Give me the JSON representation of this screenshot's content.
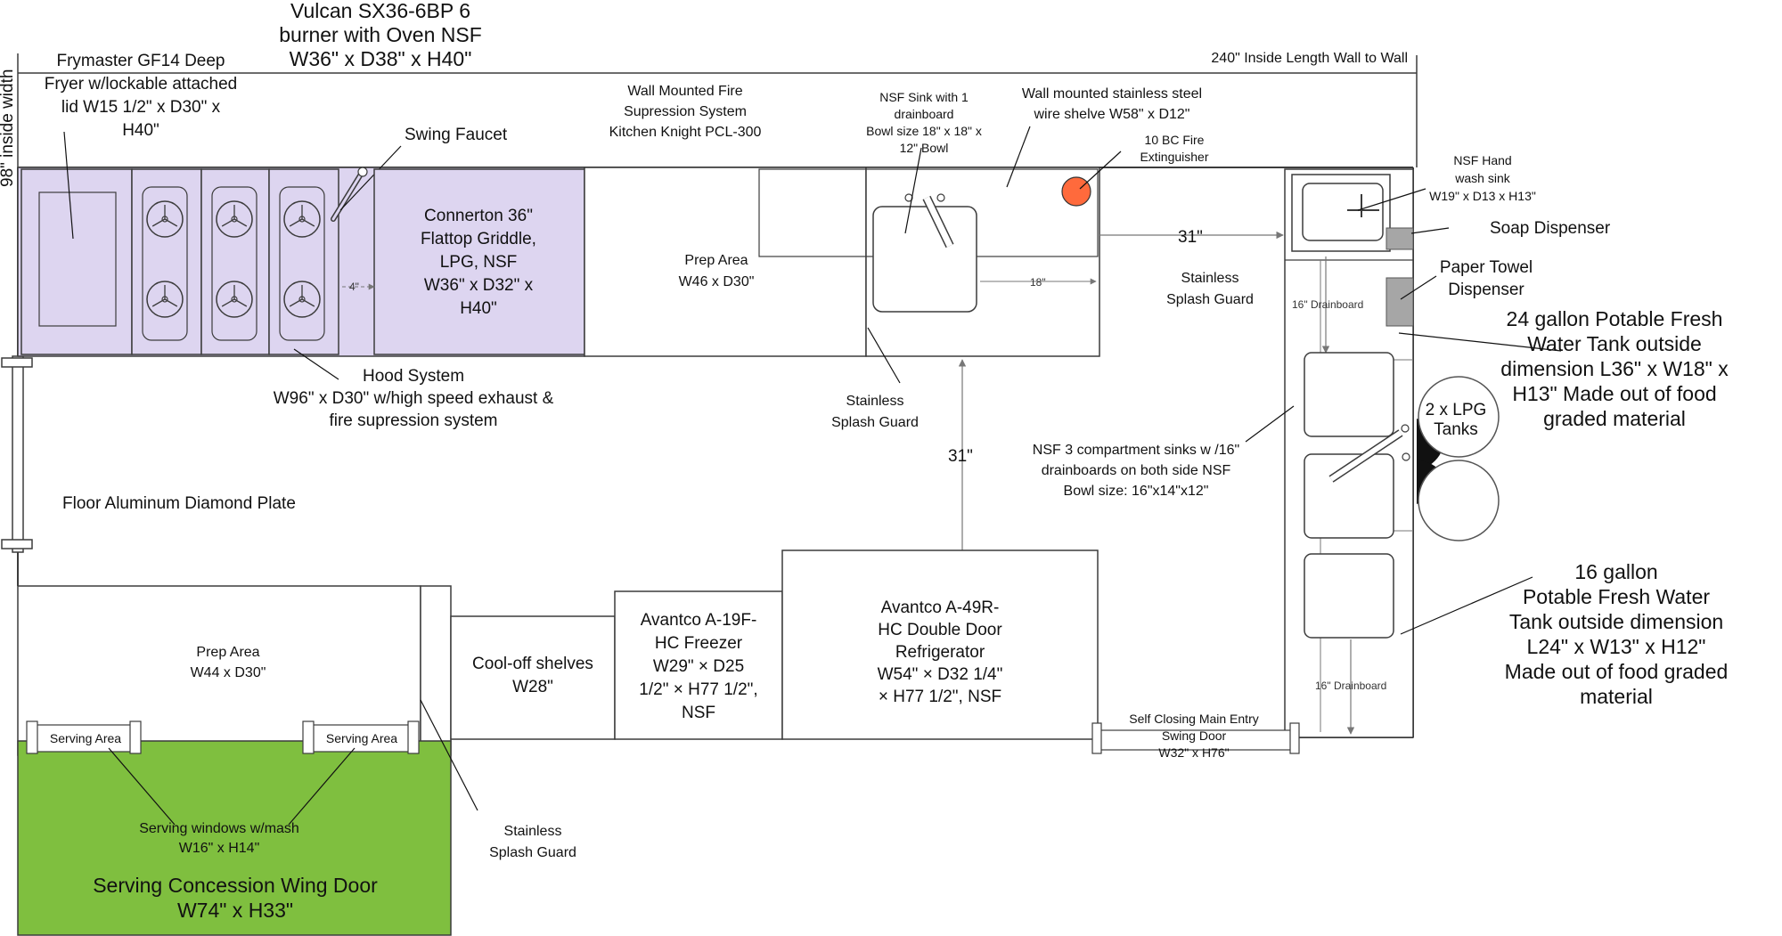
{
  "colors": {
    "line": "#3c3c3c",
    "purple_fill": "#ddd5f0",
    "purple_text": "#7030a0",
    "green_fill": "#7fbf3f",
    "fire_red": "#ff4a1c",
    "gray_box": "#a6a6a6",
    "arrow": "#777777"
  },
  "labels": {
    "inside_width": "98\" inside width",
    "inside_length": "240\" Inside Length Wall to Wall",
    "vulcan": [
      "Vulcan SX36-6BP 6",
      "burner with Oven NSF",
      "W36\" x D38\" x H40\""
    ],
    "frymaster": [
      "Frymaster GF14 Deep",
      "Fryer w/lockable attached",
      "lid W15 1/2\" x D30\" x",
      "H40\""
    ],
    "swing_faucet": "Swing Faucet",
    "fire_suppression": [
      "Wall Mounted Fire",
      "Supression System",
      "Kitchen Knight PCL-300"
    ],
    "nsf_sink": [
      "NSF Sink with 1",
      "drainboard",
      "Bowl size 18\" x 18\" x",
      "12\" Bowl"
    ],
    "wall_shelve": [
      "Wall mounted stainless steel",
      "wire shelve W58\" x D12\""
    ],
    "extinguisher": [
      "10 BC Fire",
      "Extinguisher"
    ],
    "hand_sink": [
      "NSF Hand",
      "wash sink",
      "W19\" x D13 x H13\""
    ],
    "soap": "Soap Dispenser",
    "paper_towel": [
      "Paper Towel",
      "Dispenser"
    ],
    "tank24": [
      "24 gallon Potable Fresh",
      "Water Tank outside",
      "dimension L36\" x W18\" x",
      "H13\" Made out of food",
      "graded material"
    ],
    "lpg": [
      "2 x LPG",
      "Tanks"
    ],
    "griddle": [
      "Connerton 36\"",
      "Flattop Griddle,",
      "LPG, NSF",
      "W36\" x D32\" x",
      "H40\""
    ],
    "gap4": "4\"",
    "prep1": [
      "Prep Area",
      "W46 x D30\""
    ],
    "gap18": "18\"",
    "dim31_top": "31\"",
    "splash_right": [
      "Stainless",
      "Splash Guard"
    ],
    "drain16_top": "16\" Drainboard",
    "hood": [
      "Hood System",
      "W96\" x D30\" w/high speed exhaust &",
      "fire supression system"
    ],
    "splash_mid": [
      "Stainless",
      "Splash Guard"
    ],
    "dim31_mid": "31\"",
    "three_comp": [
      "NSF 3 compartment sinks w /16\"",
      "drainboards on both side NSF",
      "Bowl size: 16\"x14\"x12\""
    ],
    "floor": "Floor Aluminum Diamond Plate",
    "tank16": [
      "16 gallon",
      "Potable Fresh Water",
      "Tank outside dimension",
      "L24\" x W13\" x H12\"",
      "Made out of food graded",
      "material"
    ],
    "prep2": [
      "Prep Area",
      "W44 x D30\""
    ],
    "cool_off": [
      "Cool-off shelves",
      "W28\""
    ],
    "freezer": [
      "Avantco A-19F-",
      "HC Freezer",
      "W29\" × D25",
      "1/2\" × H77 1/2\",",
      "NSF"
    ],
    "fridge": [
      "Avantco A-49R-",
      "HC Double Door",
      "Refrigerator",
      "W54\" × D32 1/4\"",
      "× H77 1/2\", NSF"
    ],
    "drain16_bottom": "16\" Drainboard",
    "door": [
      "Self Closing Main Entry",
      "Swing Door",
      "W32\" x H76\""
    ],
    "serving_area_1": "Serving Area",
    "serving_area_2": "Serving Area",
    "serving_windows": [
      "Serving windows w/mash",
      "W16\" x H14\""
    ],
    "splash_bottom": [
      "Stainless",
      "Splash Guard"
    ],
    "wing_door": [
      "Serving Concession Wing Door",
      "W74\" x H33\""
    ]
  }
}
